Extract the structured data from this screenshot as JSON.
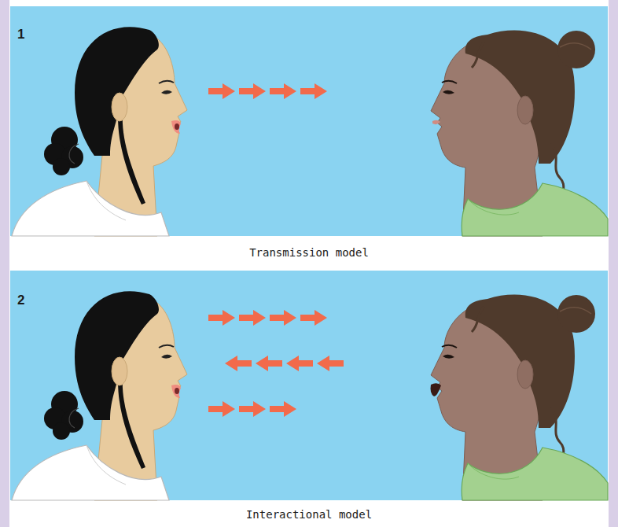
{
  "diagram": {
    "labels": [
      "1",
      "Transmission model",
      "2",
      "Interactional model"
    ]
  }
}
